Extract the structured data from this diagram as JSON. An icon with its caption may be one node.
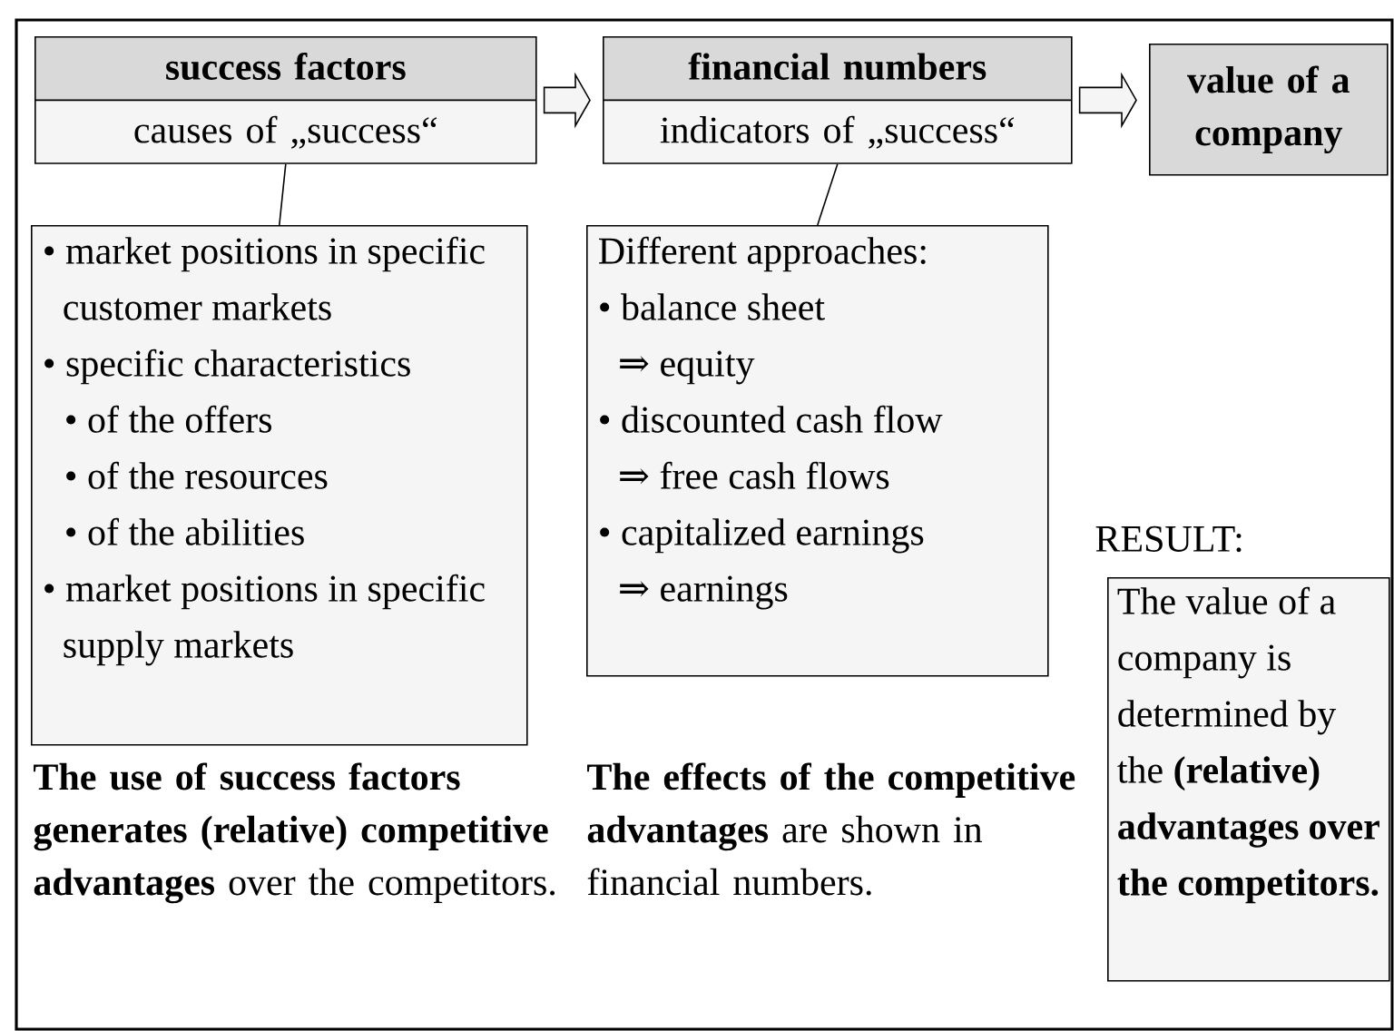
{
  "diagram": {
    "nodes": [
      {
        "text": [
          "success factors",
          "causes of „success“"
        ]
      },
      {
        "text": [
          "financial numbers",
          "indicators of „success“"
        ]
      },
      {
        "text": [
          "value of a company"
        ]
      },
      {
        "text": [
          "• market positions in specific customer markets",
          "• specific characteristics",
          "• of the offers",
          "• of the resources",
          "• of the abilities",
          "• market positions in specific supply markets"
        ]
      },
      {
        "text": [
          "Different approaches:",
          "• balance sheet",
          "⇒ equity",
          "• discounted cash flow",
          "⇒ free cash flows",
          "• capitalized earnings",
          "⇒ earnings"
        ]
      },
      {
        "text": [
          "RESULT:",
          "The value of a company is determined by the **(relative) advantages over the competitors.**"
        ]
      }
    ],
    "edges": [
      {
        "from": 0,
        "to": 1,
        "arrow": "to"
      },
      {
        "from": 1,
        "to": 2,
        "arrow": "to"
      },
      {
        "from": 0,
        "to": 3,
        "arrow": "none"
      },
      {
        "from": 1,
        "to": 4,
        "arrow": "none"
      }
    ],
    "labels": [
      "**The use of success factors generates (relative) competitive advantages** over the competitors.",
      "**The effects of the competitive advantages** are shown in financial numbers."
    ]
  }
}
